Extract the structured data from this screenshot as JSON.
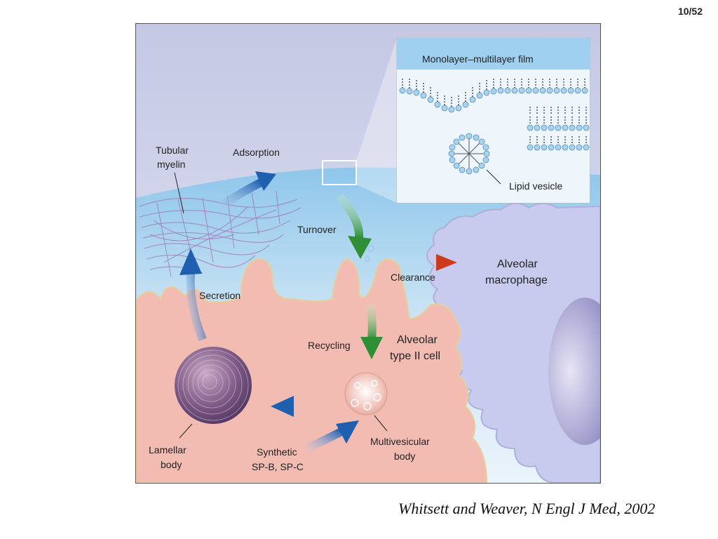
{
  "page_number": "10/52",
  "citation": "Whitsett and Weaver, N Engl J Med, 2002",
  "inset": {
    "title": "Monolayer–multilayer film",
    "vesicle_label": "Lipid vesicle"
  },
  "labels": {
    "tubular_line1": "Tubular",
    "tubular_line2": "myelin",
    "adsorption": "Adsorption",
    "turnover": "Turnover",
    "clearance": "Clearance",
    "macrophage_line1": "Alveolar",
    "macrophage_line2": "macrophage",
    "secretion": "Secretion",
    "recycling": "Recycling",
    "type2_line1": "Alveolar",
    "type2_line2": "type II cell",
    "lamellar_line1": "Lamellar",
    "lamellar_line2": "body",
    "synthetic_line1": "Synthetic",
    "synthetic_line2": "SP-B, SP-C",
    "mvb_line1": "Multivesicular",
    "mvb_line2": "body"
  },
  "colors": {
    "air_top": "#c9cde6",
    "liquid": "#a9d3ee",
    "cell_pink": "#f3bcb2",
    "macrophage": "#c9cbee",
    "arrow_blue": "#2a6db5",
    "arrow_green": "#3a9a3a",
    "arrow_red": "#d0502a"
  }
}
